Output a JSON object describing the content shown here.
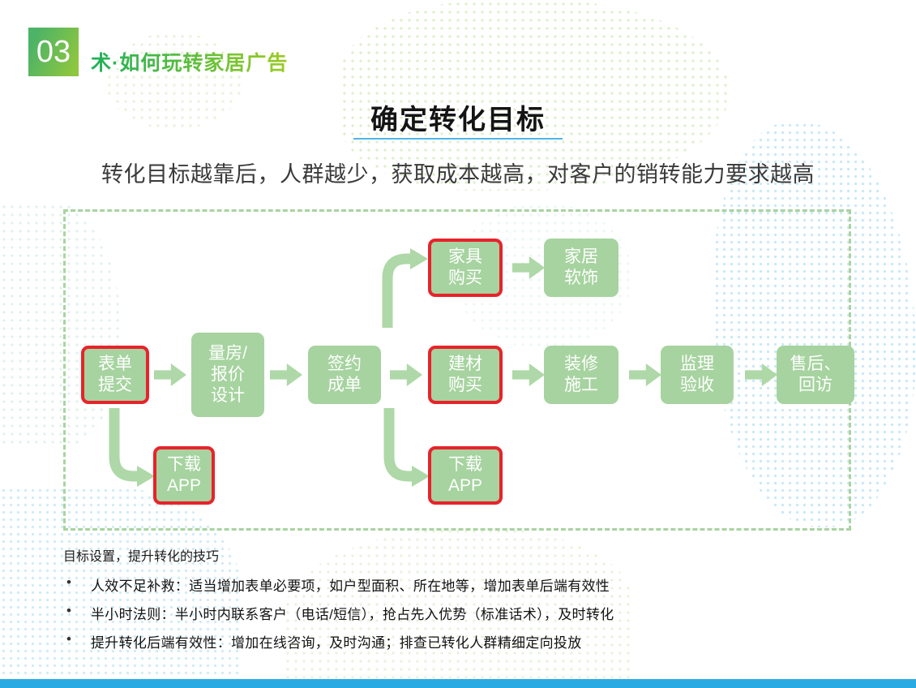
{
  "header": {
    "badge_number": "03",
    "section_title": "术·如何玩转家居广告"
  },
  "title": "确定转化目标",
  "subtitle": "转化目标越靠后，人群越少，获取成本越高，对客户的销转能力要求越高",
  "flowchart": {
    "top_row": [
      {
        "label": "家具\n购买",
        "highlight": true
      },
      {
        "label": "家居\n软饰",
        "highlight": false
      }
    ],
    "main_row": [
      {
        "label": "表单\n提交",
        "highlight": true
      },
      {
        "label": "量房/\n报价\n设计",
        "highlight": false
      },
      {
        "label": "签约\n成单",
        "highlight": false
      },
      {
        "label": "建材\n购买",
        "highlight": true
      },
      {
        "label": "装修\n施工",
        "highlight": false
      },
      {
        "label": "监理\n验收",
        "highlight": false
      },
      {
        "label": "售后、\n回访",
        "highlight": false
      }
    ],
    "bottom_row": [
      {
        "label": "下载\nAPP",
        "highlight": true
      },
      {
        "label": "下载\nAPP",
        "highlight": true
      }
    ]
  },
  "notes": {
    "title": "目标设置，提升转化的技巧",
    "bullet": "•",
    "items": [
      "人效不足补救：适当增加表单必要项，如户型面积、所在地等，增加表单后端有效性",
      "半小时法则：半小时内联系客户（电话/短信），抢占先入优势（标准话术），及时转化",
      "提升转化后端有效性：增加在线咨询，及时沟通；排查已转化人群精细定向投放"
    ]
  },
  "colors": {
    "box_green": "#a6d39f",
    "arrow_green": "#aed8a7",
    "highlight_red": "#e8232b",
    "underline_blue": "#4fb6e8",
    "footer_blue": "#29abe2"
  }
}
